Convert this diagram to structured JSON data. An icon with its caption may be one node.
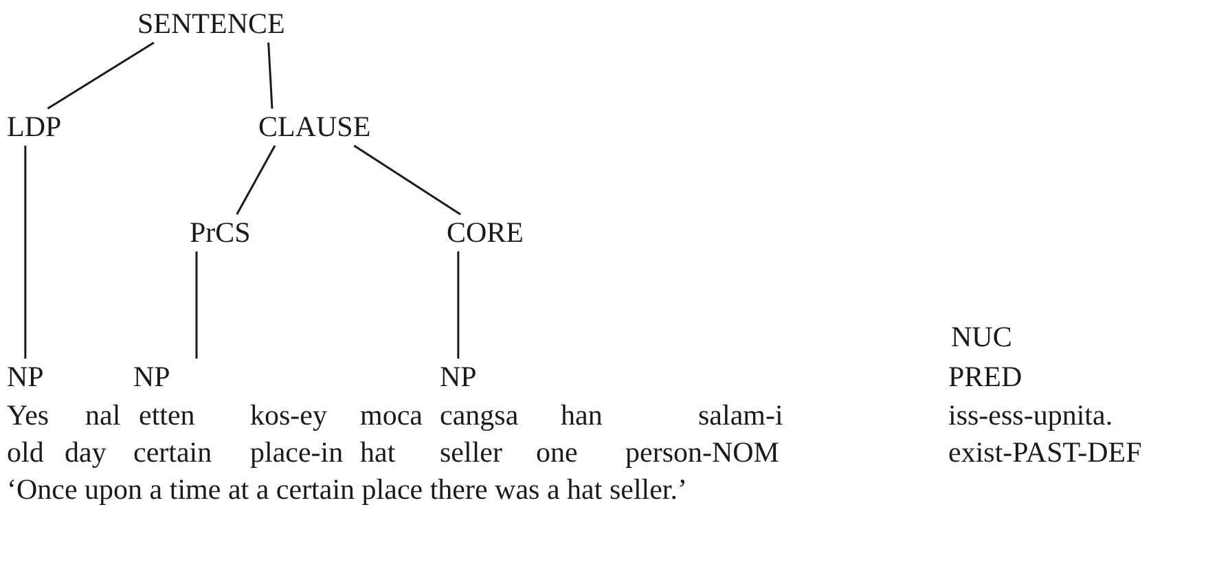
{
  "diagram": {
    "nodes": [
      {
        "text": [
          "SENTENCE"
        ]
      },
      {
        "text": [
          "LDP"
        ]
      },
      {
        "text": [
          "CLAUSE"
        ]
      },
      {
        "text": [
          "PrCS"
        ]
      },
      {
        "text": [
          "CORE"
        ]
      },
      {
        "text": [
          "NP"
        ]
      },
      {
        "text": [
          "NP"
        ]
      },
      {
        "text": [
          "NP"
        ]
      }
    ],
    "edges": [
      {
        "from": 0,
        "to": 1,
        "arrow": "none"
      },
      {
        "from": 0,
        "to": 2,
        "arrow": "none"
      },
      {
        "from": 1,
        "to": 5,
        "arrow": "none"
      },
      {
        "from": 2,
        "to": 3,
        "arrow": "none"
      },
      {
        "from": 2,
        "to": 4,
        "arrow": "none"
      },
      {
        "from": 3,
        "to": 6,
        "arrow": "none"
      },
      {
        "from": 4,
        "to": 7,
        "arrow": "none"
      }
    ],
    "labels": [
      "NUC",
      "PRED",
      "Yes",
      "nal",
      "etten",
      "kos-ey",
      "moca",
      "cangsa",
      "han",
      "salam-i",
      "iss-ess-upnita.",
      "old",
      "day",
      "certain",
      "place-in",
      "hat",
      "seller",
      "one",
      "person-NOM",
      "exist-PAST-DEF",
      "‘Once upon a time at a certain place there was a hat seller.’"
    ]
  }
}
